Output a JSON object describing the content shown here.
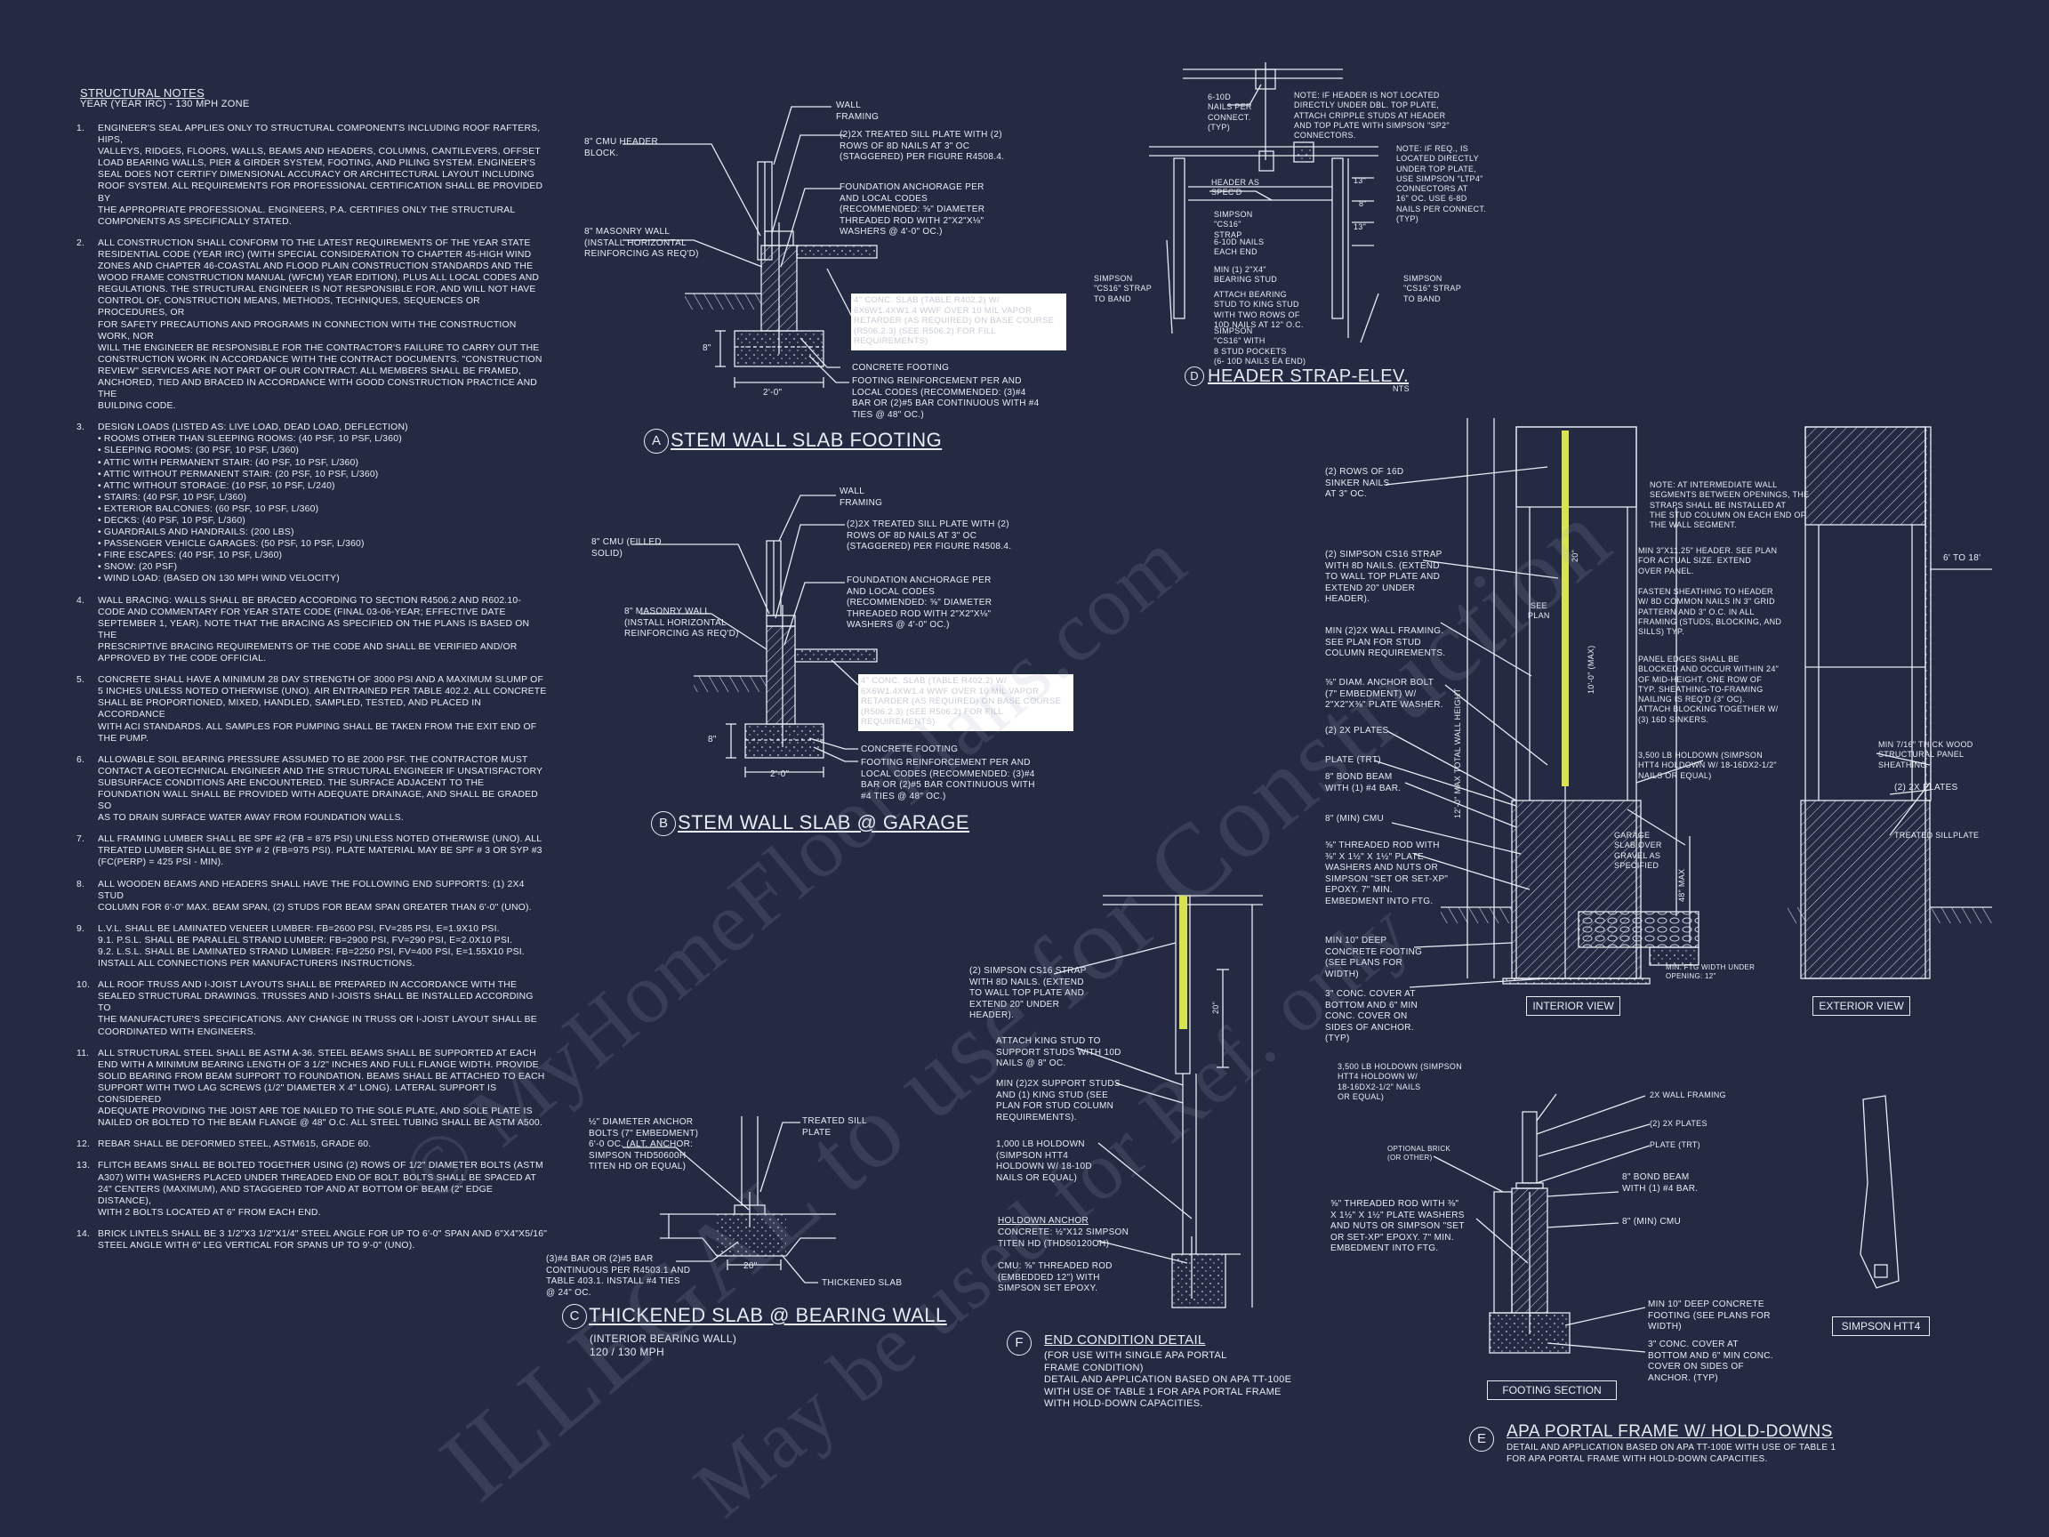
{
  "notes": {
    "title": "STRUCTURAL NOTES",
    "subtitle": "YEAR (YEAR IRC) - 130 mph ZONE",
    "items": [
      {
        "num": "1.",
        "text": "ENGINEER'S SEAL APPLIES ONLY TO STRUCTURAL COMPONENTS INCLUDING ROOF RAFTERS, HIPS,\nVALLEYS, RIDGES, FLOORS, WALLS, BEAMS AND HEADERS, COLUMNS, CANTILEVERS, OFFSET\nLOAD BEARING WALLS, PIER & GIRDER SYSTEM, FOOTING, AND PILING SYSTEM.  ENGINEER'S\nSEAL DOES NOT CERTIFY DIMENSIONAL ACCURACY OR ARCHITECTURAL LAYOUT INCLUDING\nROOF SYSTEM. ALL REQUIREMENTS FOR PROFESSIONAL CERTIFICATION SHALL BE PROVIDED BY\nTHE APPROPRIATE PROFESSIONAL.  ENGINEERS, P.A. CERTIFIES ONLY THE STRUCTURAL\nCOMPONENTS AS SPECIFICALLY STATED."
      },
      {
        "num": "2.",
        "text": "ALL CONSTRUCTION SHALL CONFORM TO THE LATEST REQUIREMENTS OF THE YEAR STATE\nRESIDENTIAL CODE (YEAR IRC) (WITH SPECIAL CONSIDERATION TO CHAPTER 45-HIGH WIND\nZONES AND CHAPTER 46-COASTAL AND FLOOD PLAIN CONSTRUCTION STANDARDS AND THE\nWOOD FRAME CONSTRUCTION MANUAL (WFCM) YEAR EDITION), PLUS ALL LOCAL CODES AND\nREGULATIONS. THE STRUCTURAL ENGINEER IS NOT RESPONSIBLE FOR, AND WILL NOT HAVE\nCONTROL OF, CONSTRUCTION MEANS, METHODS, TECHNIQUES, SEQUENCES OR PROCEDURES, OR\nFOR SAFETY PRECAUTIONS AND PROGRAMS IN CONNECTION WITH THE CONSTRUCTION WORK, NOR\nWILL THE ENGINEER BE RESPONSIBLE FOR THE CONTRACTOR'S FAILURE TO CARRY OUT THE\nCONSTRUCTION WORK IN ACCORDANCE WITH THE CONTRACT DOCUMENTS. \"CONSTRUCTION\nREVIEW\" SERVICES ARE NOT PART OF OUR CONTRACT. ALL MEMBERS SHALL BE FRAMED,\nANCHORED, TIED AND BRACED IN ACCORDANCE WITH GOOD CONSTRUCTION PRACTICE AND THE\nBUILDING CODE."
      },
      {
        "num": "3.",
        "text": "DESIGN LOADS (LISTED AS: LIVE LOAD, DEAD LOAD, DEFLECTION)\n• ROOMS OTHER THAN SLEEPING ROOMS: (40 PSF, 10 PSF, L/360)\n• SLEEPING ROOMS: (30 PSF, 10 PSF, L/360)\n• ATTIC WITH PERMANENT STAIR: (40 PSF, 10 PSF, L/360)\n• ATTIC WITHOUT PERMANENT STAIR: (20 PSF, 10 PSF, L/360)\n• ATTIC WITHOUT STORAGE: (10 PSF, 10 PSF, L/240)\n• STAIRS: (40 PSF, 10 PSF, L/360)\n• EXTERIOR BALCONIES: (60 PSF, 10 PSF, L/360)\n• DECKS: (40 PSF, 10 PSF, L/360)\n• GUARDRAILS AND HANDRAILS: (200 LBS)\n• PASSENGER VEHICLE GARAGES: (50 PSF, 10 PSF, L/360)\n• FIRE ESCAPES: (40 PSF, 10 PSF, L/360)\n• SNOW: (20 PSF)\n• WIND LOAD: (BASED ON 130 MPH WIND VELOCITY)"
      },
      {
        "num": "4.",
        "text": "WALL BRACING: WALLS SHALL BE BRACED ACCORDING TO SECTION R4506.2 AND R602.10-\nCODE AND COMMENTARY FOR YEAR STATE CODE (FINAL 03-06-YEAR; EFFECTIVE DATE\nSEPTEMBER 1, YEAR). NOTE THAT THE BRACING AS SPECIFIED ON THE PLANS IS BASED ON THE\nPRESCRIPTIVE BRACING REQUIREMENTS OF THE CODE AND SHALL BE VERIFIED AND/OR\nAPPROVED BY THE CODE OFFICIAL."
      },
      {
        "num": "5.",
        "text": "CONCRETE SHALL HAVE A MINIMUM 28 DAY STRENGTH OF 3000 PSI AND A MAXIMUM SLUMP OF\n5 INCHES UNLESS NOTED OTHERWISE (UNO). AIR ENTRAINED PER TABLE 402.2. ALL CONCRETE\nSHALL BE PROPORTIONED, MIXED, HANDLED, SAMPLED, TESTED, AND PLACED IN ACCORDANCE\nWITH ACI STANDARDS. ALL SAMPLES FOR PUMPING SHALL BE TAKEN FROM THE EXIT END OF\nTHE PUMP."
      },
      {
        "num": "6.",
        "text": "ALLOWABLE SOIL BEARING PRESSURE ASSUMED TO BE 2000 PSF. THE CONTRACTOR MUST\nCONTACT A GEOTECHNICAL ENGINEER AND THE STRUCTURAL ENGINEER IF UNSATISFACTORY\nSUBSURFACE CONDITIONS ARE ENCOUNTERED. THE SURFACE ADJACENT TO THE\nFOUNDATION WALL SHALL BE PROVIDED WITH ADEQUATE DRAINAGE, AND SHALL BE GRADED SO\nAS TO DRAIN SURFACE WATER AWAY FROM FOUNDATION WALLS."
      },
      {
        "num": "7.",
        "text": "ALL FRAMING LUMBER SHALL BE SPF #2 (Fb = 875 PSI) UNLESS NOTED OTHERWISE (UNO). ALL\nTREATED LUMBER SHALL BE SYP # 2 (Fb=975 PSI). PLATE MATERIAL MAY BE SPF # 3 OR SYP #3\n(Fc(perp) = 425 PSI - MIN)."
      },
      {
        "num": "8.",
        "text": "ALL WOODEN BEAMS AND HEADERS SHALL HAVE THE FOLLOWING END SUPPORTS: (1) 2x4 STUD\nCOLUMN FOR 6'-0\" MAX. BEAM SPAN, (2) STUDS FOR BEAM SPAN GREATER THAN 6'-0\" (UNO)."
      },
      {
        "num": "9.",
        "text": "L.V.L.  SHALL BE LAMINATED VENEER LUMBER: Fb=2600 PSI, Fv=285 PSI, E=1.9x10  PSI.\n9.1.   P.S.L.  SHALL BE PARALLEL STRAND LUMBER: Fb=2900 PSI, Fv=290 PSI, E=2.0x10  PSI.\n9.2.   L.S.L.  SHALL BE LAMINATED STRAND LUMBER: Fb=2250 PSI, Fv=400 PSI, E=1.55x10  PSI.\n          INSTALL ALL CONNECTIONS PER MANUFACTURERS INSTRUCTIONS."
      },
      {
        "num": "10.",
        "text": "ALL ROOF TRUSS AND I-JOIST LAYOUTS SHALL BE PREPARED IN ACCORDANCE WITH THE\nSEALED STRUCTURAL DRAWINGS. TRUSSES AND I-JOISTS SHALL BE INSTALLED ACCORDING TO\nTHE MANUFACTURE'S SPECIFICATIONS. ANY CHANGE IN TRUSS OR I-JOIST LAYOUT SHALL BE\nCOORDINATED WITH  ENGINEERS."
      },
      {
        "num": "11.",
        "text": "ALL STRUCTURAL STEEL SHALL BE ASTM A-36. STEEL BEAMS SHALL BE SUPPORTED AT EACH\nEND WITH A MINIMUM BEARING LENGTH OF 3 1/2\" INCHES AND FULL FLANGE WIDTH. PROVIDE\nSOLID BEARING FROM BEAM SUPPORT TO FOUNDATION.  BEAMS SHALL BE ATTACHED TO EACH\nSUPPORT WITH TWO LAG SCREWS (1/2\" DIAMETER x 4\" LONG). LATERAL SUPPORT IS CONSIDERED\nADEQUATE PROVIDING THE JOIST ARE TOE NAILED TO THE SOLE PLATE, AND SOLE PLATE IS\nNAILED OR BOLTED TO THE BEAM FLANGE @ 48\" O.C. ALL STEEL TUBING SHALL BE ASTM A500."
      },
      {
        "num": "12.",
        "text": "REBAR SHALL BE DEFORMED STEEL, ASTM615, GRADE 60."
      },
      {
        "num": "13.",
        "text": "FLITCH BEAMS SHALL BE BOLTED TOGETHER USING (2) ROWS OF 1/2\" DIAMETER BOLTS (ASTM\nA307) WITH WASHERS PLACED UNDER THREADED END OF BOLT.  BOLTS SHALL BE SPACED AT\n24\" CENTERS (MAXIMUM), AND STAGGERED TOP AND AT BOTTOM OF BEAM (2\" EDGE DISTANCE),\nWITH 2 BOLTS LOCATED AT 6\" FROM EACH END."
      },
      {
        "num": "14.",
        "text": "BRICK LINTELS SHALL BE 3 1/2\"x3 1/2\"x1/4\" STEEL ANGLE FOR UP TO 6'-0\" SPAN AND 6\"x4\"x5/16\"\nSTEEL ANGLE WITH 6\" LEG VERTICAL FOR SPANS UP TO 9'-0\" (UNO)."
      }
    ]
  },
  "detail_a": {
    "letter": "A",
    "title": "STEM WALL SLAB FOOTING",
    "labels": {
      "wall_framing": "WALL\nFRAMING",
      "cmu_header": "8\" CMU HEADER\nBLOCK.",
      "sill_plate": "(2)2x TREATED SILL PLATE WITH (2)\nROWS OF 8d NAILS AT 3\" OC\n(STAGGERED) PER FIGURE R4508.4.",
      "masonry_wall": "8\" MASONRY WALL\n(INSTALL HORIZONTAL\nREINFORCING AS REQ'D)",
      "anchorage": "FOUNDATION ANCHORAGE PER\nAND LOCAL CODES\n(RECOMMENDED: ⅝\" DIAMETER\nTHREADED ROD WITH 2\"x2\"x⅛\"\nWASHERS @ 4'-0\" OC.)",
      "slab": "4\" CONC. SLAB (TABLE R402.2) W/\n6x6W1.4xW1.4 WWF OVER 10 MIL VAPOR\nRETARDER (AS REQUIRED) ON BASE COURSE\n(R506.2.3) (SEE R506.2) FOR FILL\nREQUIREMENTS)",
      "concrete_footing": "CONCRETE FOOTING",
      "reinforcement": "FOOTING REINFORCEMENT PER  AND\nLOCAL CODES (RECOMMENDED: (3)#4\nBAR OR (2)#5 BAR CONTINUOUS WITH #4\nTIES @ 48\" OC.)",
      "dim_width": "2'-0\"",
      "dim_depth": "8\""
    }
  },
  "detail_b": {
    "letter": "B",
    "title": "STEM WALL SLAB @ GARAGE",
    "labels": {
      "wall_framing": "WALL\nFRAMING",
      "cmu_filled": "8\" CMU (FILLED\nSOLID)",
      "sill_plate": "(2)2x TREATED SILL PLATE WITH (2)\nROWS OF 8d NAILS AT 3\" OC\n(STAGGERED) PER FIGURE R4508.4.",
      "masonry_wall": "8\" MASONRY WALL\n(INSTALL HORIZONTAL\nREINFORCING AS REQ'D)",
      "anchorage": "FOUNDATION ANCHORAGE PER\nAND LOCAL CODES\n(RECOMMENDED: ⅝\" DIAMETER\nTHREADED ROD WITH 2\"x2\"x⅛\"\nWASHERS @ 4'-0\" OC.)",
      "slab": "4\" CONC. SLAB (TABLE R402.2) W/\n6x6W1.4xW1.4 WWF OVER 10 MIL VAPOR\nRETARDER (AS REQUIRED) ON BASE COURSE\n(R506.2.3) (SEE R506.2) FOR FILL\nREQUIREMENTS)",
      "concrete_footing": "CONCRETE FOOTING",
      "reinforcement": "FOOTING REINFORCEMENT PER  AND\nLOCAL CODES (RECOMMENDED: (3)#4\nBAR OR (2)#5 BAR CONTINUOUS WITH\n#4 TIES @ 48\" OC.)",
      "dim_width": "2'-0\"",
      "dim_depth": "8\""
    }
  },
  "detail_c": {
    "letter": "C",
    "title": "THICKENED SLAB @ BEARING WALL",
    "subtitle": "(INTERIOR BEARING WALL)\n120 / 130 MPH",
    "labels": {
      "anchor_bolts": "½\" DIAMETER ANCHOR\nBOLTS (7\" EMBEDMENT)\n6'-0 OC. (ALT. ANCHOR:\nSIMPSON THD50600H\nTITEN HD OR EQUAL)",
      "sill": "TREATED SILL\nPLATE",
      "bars": "(3)#4 BAR OR (2)#5 BAR\nCONTINUOUS PER R4503.1 AND\nTABLE 403.1. INSTALL #4 TIES\n@ 24\" OC.",
      "thickened": "THICKENED SLAB",
      "dim": "20\""
    }
  },
  "detail_d": {
    "letter": "D",
    "title": "HEADER STRAP-ELEV.",
    "nts": "NTS",
    "labels": {
      "nails": "6-10d\nNAILS PER\nCONNECT.\n(TYP)",
      "note1": "NOTE: IF HEADER IS NOT LOCATED\nDIRECTLY UNDER DBL. TOP PLATE,\nATTACH CRIPPLE STUDS AT HEADER\nAND TOP PLATE WITH SIMPSON \"SP2\"\nCONNECTORS.",
      "note2": "NOTE: IF REQ., IS\nLOCATED DIRECTLY\nUNDER TOP PLATE,\nUSE SIMPSON \"LTP4\"\nCONNECTORS AT\n16\" OC.  USE 6-8d\nNAILS PER CONNECT.\n(TYP)",
      "header": "HEADER AS\nSPEC'D",
      "cs16": "SIMPSON\n\"CS16\"\nSTRAP",
      "nails_each": "6-10d NAILS\nEACH END",
      "bearing": "MIN (1) 2\"x4\"\nBEARING STUD",
      "attach": "ATTACH BEARING\nSTUD TO KING STUD\nWITH TWO ROWS OF\n10d NAILS AT 12\" O.C.",
      "pockets": "SIMPSON\n\"CS16\" WITH\n8 STUD POCKETS\n(6- 10d NAILS EA END)",
      "strap_left": "SIMPSON\n\"CS16\" STRAP\nTO BAND",
      "strap_right": "SIMPSON\n\"CS16\" STRAP\nTO BAND",
      "d13a": "13\"",
      "d8": "8\"",
      "d13b": "13\""
    }
  },
  "detail_e": {
    "letter": "E",
    "title": "APA PORTAL FRAME W/ HOLD-DOWNS",
    "desc": "DETAIL AND APPLICATION BASED ON APA TT-100E WITH USE OF TABLE 1\nFOR APA PORTAL FRAME WITH HOLD-DOWN CAPACITIES.",
    "interior_view": "INTERIOR VIEW",
    "exterior_view": "EXTERIOR VIEW",
    "footing_section": "FOOTING SECTION",
    "simpson_htt4": "SIMPSON HTT4",
    "labels": {
      "sinker": "(2) ROWS OF 16d\nSINKER NAILS\nAT 3\" OC.",
      "cs16": "(2) SIMPSON CS16 STRAP\nWITH 8d NAILS. (EXTEND\nTO WALL TOP PLATE AND\nEXTEND 20\" UNDER\nHEADER).",
      "framing": "MIN (2)2X WALL FRAMING.\nSEE PLAN FOR STUD\nCOLUMN REQUIREMENTS.",
      "anchor_bolt": "⅝\" DIAM. ANCHOR BOLT\n(7\" EMBEDMENT) W/\n2\"x2\"x⅜\" PLATE WASHER.",
      "plates": "(2) 2x PLATES",
      "plate_trt": "PLATE (TRT)",
      "bond_beam": "8\" BOND BEAM\nWITH (1) #4 BAR.",
      "cmu": "8\" (MIN) CMU",
      "rod": "⅝\" THREADED ROD WITH\n⅜\" x 1½\" x 1½\" PLATE\nWASHERS AND NUTS OR\nSIMPSON \"SET OR SET-XP\"\nEPOXY.  7\" MIN.\nEMBEDMENT INTO FTG.",
      "footing": "MIN 10\" DEEP\nCONCRETE FOOTING\n(SEE PLANS FOR\nWIDTH)",
      "cover": "3\" CONC. COVER AT\nBOTTOM AND 6\" MIN\nCONC. COVER ON\nSIDES OF ANCHOR.\n(TYP)",
      "see_plan": "SEE\nPLAN",
      "wall_height": "12'-0\" MAX TOTAL WALL HEIGHT",
      "max10": "10'-0\" (MAX)",
      "d20": "20\"",
      "d48": "48\" MAX",
      "note": "NOTE: AT INTERMEDIATE WALL\nSEGMENTS BETWEEN OPENINGS, THE\nSTRAPS SHALL BE INSTALLED AT\nTHE STUD COLUMN ON EACH END OF\nTHE WALL SEGMENT.",
      "header_min": "MIN 3\"x11.25\" HEADER. SEE PLAN\nFOR ACTUAL SIZE. EXTEND\nOVER PANEL.",
      "fasten": "FASTEN SHEATHING TO HEADER\nW/ 8d COMMON NAILS IN 3\" GRID\nPATTERN AND 3\" O.C. IN ALL\nFRAMING (STUDS, BLOCKING, AND\nSILLS) TYP.",
      "panel_edges": "PANEL EDGES SHALL BE\nBLOCKED AND OCCUR WITHIN 24\"\nOF MID-HEIGHT. ONE ROW OF\nTYP. SHEATHING-TO-FRAMING\nNAILING IS REQ'D (3\" OC).\nATTACH BLOCKING TOGETHER W/\n(3) 16d SINKERS.",
      "holdown": "3,500 LB HOLDOWN (SIMPSON\nHTT4 HOLDOWN W/ 18-16dx2-1/2\"\nNAILS OR EQUAL)",
      "garage": "GARAGE\nSLAB OVER\nGRAVEL AS\nSPECIFIED",
      "ftg_width": "MIN. FTG WIDTH UNDER\nOPENING: 12\"",
      "d6to18": "6' TO 18'",
      "sheathing": "MIN 7/16\" THICK WOOD\nSTRUCTURAL PANEL\nSHEATHING",
      "plates2": "(2) 2x PLATES",
      "sillplate": "TREATED SILLPLATE",
      "fs_holdown": "3,500 LB HOLDOWN (SIMPSON\nHTT4 HOLDOWN W/\n18-16dx2-1/2\" NAILS\nOR EQUAL)",
      "fs_framing": "2X WALL FRAMING",
      "fs_plates": "(2) 2x PLATES",
      "fs_plate": "PLATE (TRT)",
      "fs_brick": "OPTIONAL BRICK\n(OR OTHER)",
      "fs_bond": "8\" BOND BEAM\nWITH (1) #4 BAR.",
      "fs_cmu": "8\" (MIN) CMU",
      "fs_rod": "⅝\" THREADED ROD WITH ⅜\"\nx 1½\" x 1½\" PLATE WASHERS\nAND NUTS OR SIMPSON \"SET\nOR SET-XP\" EPOXY.  7\" MIN.\nEMBEDMENT INTO FTG.",
      "fs_footing": "MIN 10\" DEEP CONCRETE\nFOOTING (SEE PLANS FOR\nWIDTH)",
      "fs_cover": "3\" CONC. COVER AT\nBOTTOM AND 6\" MIN CONC.\nCOVER ON SIDES OF\nANCHOR. (TYP)"
    }
  },
  "detail_f": {
    "letter": "F",
    "title": "END CONDITION DETAIL",
    "desc": "(FOR USE WITH SINGLE APA PORTAL\nFRAME CONDITION)\nDETAIL AND APPLICATION BASED ON APA TT-100E\nWITH USE OF TABLE 1 FOR APA PORTAL FRAME\nWITH HOLD-DOWN CAPACITIES.",
    "labels": {
      "cs16": "(2) SIMPSON CS16 STRAP\nWITH 8d NAILS. (EXTEND\nTO WALL TOP PLATE AND\nEXTEND 20\" UNDER\nHEADER).",
      "king": "ATTACH KING STUD TO\nSUPPORT STUDS WITH 10d\nNAILS @ 8\" OC.",
      "support": "MIN (2)2X SUPPORT STUDS\nAND (1) KING STUD (SEE\nPLAN FOR STUD COLUMN\nREQUIREMENTS).",
      "holdown": "1,000 LB HOLDOWN\n(SIMPSON HTT4\nHOLDOWN W/ 18-10d\nNAILS OR EQUAL)",
      "anchor_title": "HOLDOWN ANCHOR",
      "anchor_conc": "CONCRETE: ½\"x12 SIMPSON\nTITEN HD (THD50120OH)",
      "anchor_cmu": "CMU: ⅝\" THREADED ROD\n(EMBEDDED 12\") WITH\nSIMPSON SET EPOXY.",
      "d20": "20\""
    }
  },
  "watermark": {
    "line1": "ILLEGAL to use for Construction",
    "line2": "© MyHomeFloorPlans.com",
    "line3": "May be used for Ref. only"
  }
}
